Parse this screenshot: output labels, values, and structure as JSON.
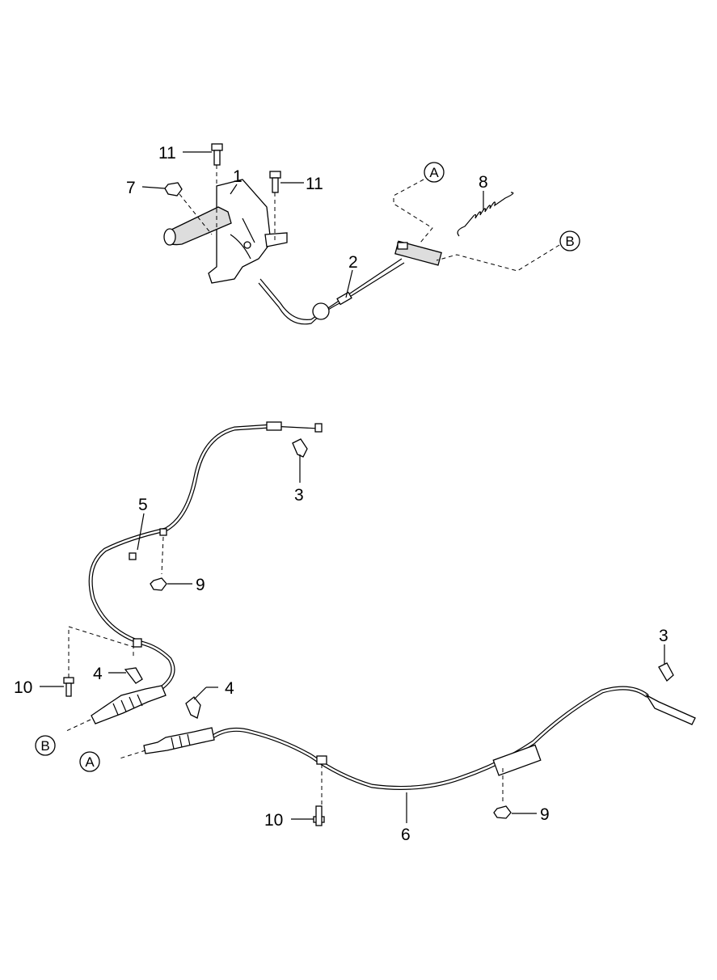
{
  "diagram": {
    "title": "Parking brake lever and cables",
    "callouts": [
      {
        "id": "c11a",
        "text": "11"
      },
      {
        "id": "c1",
        "text": "1"
      },
      {
        "id": "c11b",
        "text": "11"
      },
      {
        "id": "c7",
        "text": "7"
      },
      {
        "id": "c8",
        "text": "8"
      },
      {
        "id": "c2",
        "text": "2"
      },
      {
        "id": "c3a",
        "text": "3"
      },
      {
        "id": "c5",
        "text": "5"
      },
      {
        "id": "c9a",
        "text": "9"
      },
      {
        "id": "c10a",
        "text": "10"
      },
      {
        "id": "c4a",
        "text": "4"
      },
      {
        "id": "c4b",
        "text": "4"
      },
      {
        "id": "c3b",
        "text": "3"
      },
      {
        "id": "c10b",
        "text": "10"
      },
      {
        "id": "c6",
        "text": "6"
      },
      {
        "id": "c9b",
        "text": "9"
      }
    ],
    "connectors": [
      {
        "id": "A_top",
        "text": "A"
      },
      {
        "id": "B_top",
        "text": "B"
      },
      {
        "id": "B_bottom",
        "text": "B"
      },
      {
        "id": "A_bottom",
        "text": "A"
      }
    ]
  }
}
